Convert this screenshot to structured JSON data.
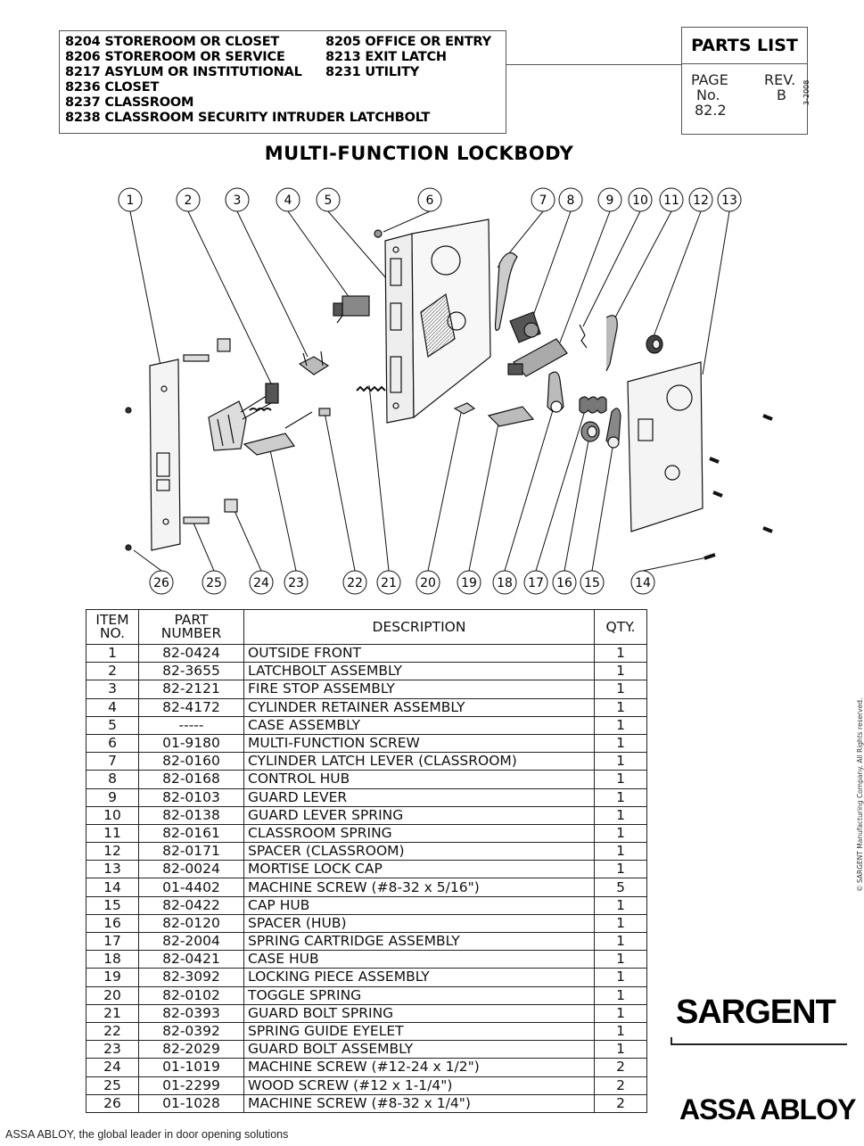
{
  "header": {
    "models_left": [
      "8204 STOREROOM OR CLOSET",
      "8206 STOREROOM OR SERVICE",
      "8217 ASYLUM OR INSTITUTIONAL"
    ],
    "models_right": [
      "8205 OFFICE OR ENTRY",
      "8213 EXIT LATCH",
      "8231 UTILITY"
    ],
    "models_full": [
      "8236 CLOSET",
      "8237 CLASSROOM",
      "8238 CLASSROOM SECURITY INTRUDER LATCHBOLT"
    ],
    "parts_list_title": "PARTS LIST",
    "page_label": "PAGE",
    "no_label": "No.",
    "page_number": "82.2",
    "rev_label": "REV.",
    "rev_value": "B",
    "date_code": "3-2008"
  },
  "title": "MULTI-FUNCTION LOCKBODY",
  "callouts_top": [
    "1",
    "2",
    "3",
    "4",
    "5",
    "6",
    "7",
    "8",
    "9",
    "10",
    "11",
    "12",
    "13"
  ],
  "callouts_bottom": [
    "26",
    "25",
    "24",
    "23",
    "22",
    "21",
    "20",
    "19",
    "18",
    "17",
    "16",
    "15",
    "14"
  ],
  "table": {
    "headers": {
      "item": "ITEM NO.",
      "item_l1": "ITEM",
      "item_l2": "NO.",
      "part_l1": "PART",
      "part_l2": "NUMBER",
      "description": "DESCRIPTION",
      "qty": "QTY."
    },
    "rows": [
      [
        "1",
        "82-0424",
        "OUTSIDE FRONT",
        "1"
      ],
      [
        "2",
        "82-3655",
        "LATCHBOLT ASSEMBLY",
        "1"
      ],
      [
        "3",
        "82-2121",
        "FIRE STOP ASSEMBLY",
        "1"
      ],
      [
        "4",
        "82-4172",
        "CYLINDER RETAINER ASSEMBLY",
        "1"
      ],
      [
        "5",
        "-----",
        "CASE ASSEMBLY",
        "1"
      ],
      [
        "6",
        "01-9180",
        "MULTI-FUNCTION SCREW",
        "1"
      ],
      [
        "7",
        "82-0160",
        "CYLINDER LATCH LEVER (CLASSROOM)",
        "1"
      ],
      [
        "8",
        "82-0168",
        "CONTROL HUB",
        "1"
      ],
      [
        "9",
        "82-0103",
        "GUARD LEVER",
        "1"
      ],
      [
        "10",
        "82-0138",
        "GUARD LEVER SPRING",
        "1"
      ],
      [
        "11",
        "82-0161",
        "CLASSROOM SPRING",
        "1"
      ],
      [
        "12",
        "82-0171",
        "SPACER (CLASSROOM)",
        "1"
      ],
      [
        "13",
        "82-0024",
        "MORTISE LOCK CAP",
        "1"
      ],
      [
        "14",
        "01-4402",
        "MACHINE SCREW (#8-32 x 5/16\")",
        "5"
      ],
      [
        "15",
        "82-0422",
        "CAP HUB",
        "1"
      ],
      [
        "16",
        "82-0120",
        "SPACER (HUB)",
        "1"
      ],
      [
        "17",
        "82-2004",
        "SPRING CARTRIDGE ASSEMBLY",
        "1"
      ],
      [
        "18",
        "82-0421",
        "CASE HUB",
        "1"
      ],
      [
        "19",
        "82-3092",
        "LOCKING PIECE ASSEMBLY",
        "1"
      ],
      [
        "20",
        "82-0102",
        "TOGGLE SPRING",
        "1"
      ],
      [
        "21",
        "82-0393",
        "GUARD BOLT SPRING",
        "1"
      ],
      [
        "22",
        "82-0392",
        "SPRING GUIDE EYELET",
        "1"
      ],
      [
        "23",
        "82-2029",
        "GUARD BOLT ASSEMBLY",
        "1"
      ],
      [
        "24",
        "01-1019",
        "MACHINE SCREW (#12-24 x 1/2\")",
        "2"
      ],
      [
        "25",
        "01-2299",
        "WOOD SCREW (#12 x 1-1/4\")",
        "2"
      ],
      [
        "26",
        "01-1028",
        "MACHINE SCREW (#8-32 x 1/4\")",
        "2"
      ]
    ]
  },
  "copyright": "© SARGENT Manufacturing Company. All Rights reserved.",
  "brand": {
    "sargent": "SARGENT",
    "assa_abloy": "ASSA ABLOY",
    "tagline": "ASSA ABLOY, the global leader in door opening solutions"
  }
}
